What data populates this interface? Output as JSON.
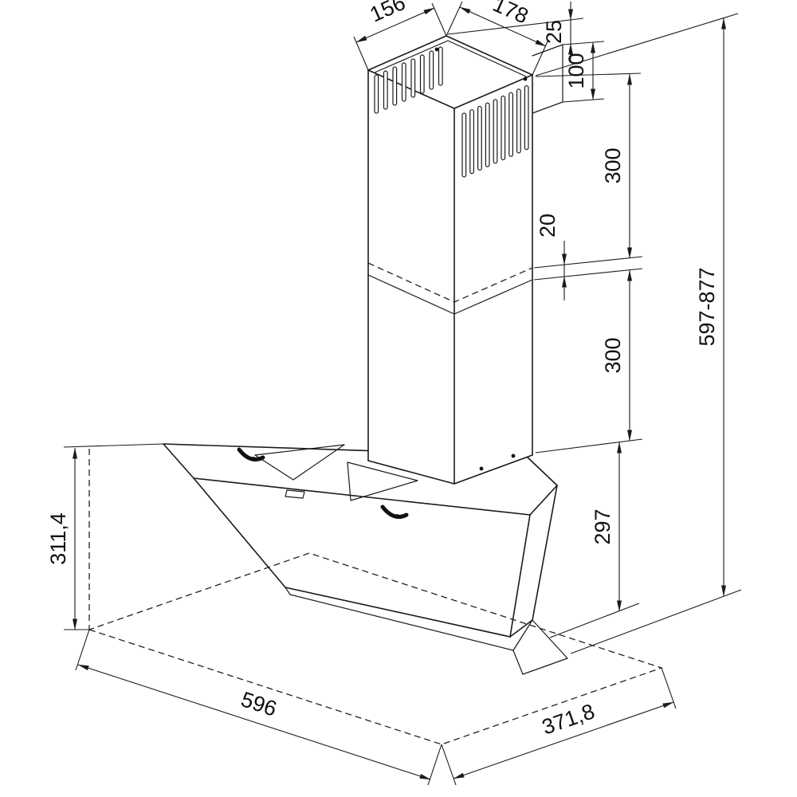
{
  "diagram": {
    "type": "technical-drawing",
    "subject": "wall-mounted chimney cooker hood dimensional drawing",
    "units": "mm",
    "dimensions": {
      "top_width": "156",
      "top_depth": "178",
      "bracket_top_offset": "25",
      "bracket_height": "100",
      "upper_chimney": "300",
      "overlap": "20",
      "lower_chimney": "300",
      "overall_height": "597-877",
      "body_height": "297",
      "body_front_height": "311,4",
      "width": "596",
      "depth": "371,8"
    }
  },
  "colors": {
    "line": "#1a1a1a",
    "background": "#ffffff"
  }
}
